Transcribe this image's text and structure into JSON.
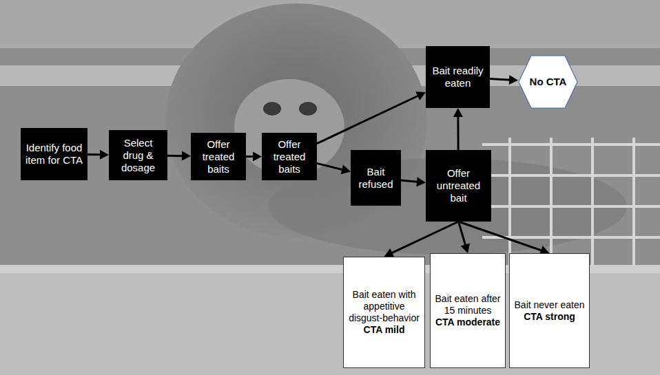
{
  "diagram": {
    "nodes": [
      {
        "text": [
          "Identify food item for CTA"
        ]
      },
      {
        "text": [
          "Select drug & dosage"
        ]
      },
      {
        "text": [
          "Offer treated baits"
        ]
      },
      {
        "text": [
          "Offer treated baits"
        ]
      },
      {
        "text": [
          "Bait readily eaten"
        ]
      },
      {
        "text": [
          "No CTA"
        ]
      },
      {
        "text": [
          "Bait refused"
        ]
      },
      {
        "text": [
          "Offer untreated bait"
        ]
      },
      {
        "text": [
          "Bait eaten with appetitive disgust-behavior",
          "CTA mild"
        ]
      },
      {
        "text": [
          "Bait eaten after 15 minutes",
          "CTA moderate"
        ]
      },
      {
        "text": [
          "Bait never eaten",
          "CTA strong"
        ]
      }
    ],
    "edges": [
      {
        "from": 0,
        "to": 1,
        "arrow": "to"
      },
      {
        "from": 1,
        "to": 2,
        "arrow": "to"
      },
      {
        "from": 2,
        "to": 3,
        "arrow": "to"
      },
      {
        "from": 3,
        "to": 4,
        "arrow": "to"
      },
      {
        "from": 3,
        "to": 6,
        "arrow": "to"
      },
      {
        "from": 4,
        "to": 5,
        "arrow": "to"
      },
      {
        "from": 6,
        "to": 7,
        "arrow": "to"
      },
      {
        "from": 7,
        "to": 4,
        "arrow": "to"
      },
      {
        "from": 7,
        "to": 8,
        "arrow": "to"
      },
      {
        "from": 7,
        "to": 9,
        "arrow": "to"
      },
      {
        "from": 7,
        "to": 10,
        "arrow": "to"
      }
    ]
  }
}
